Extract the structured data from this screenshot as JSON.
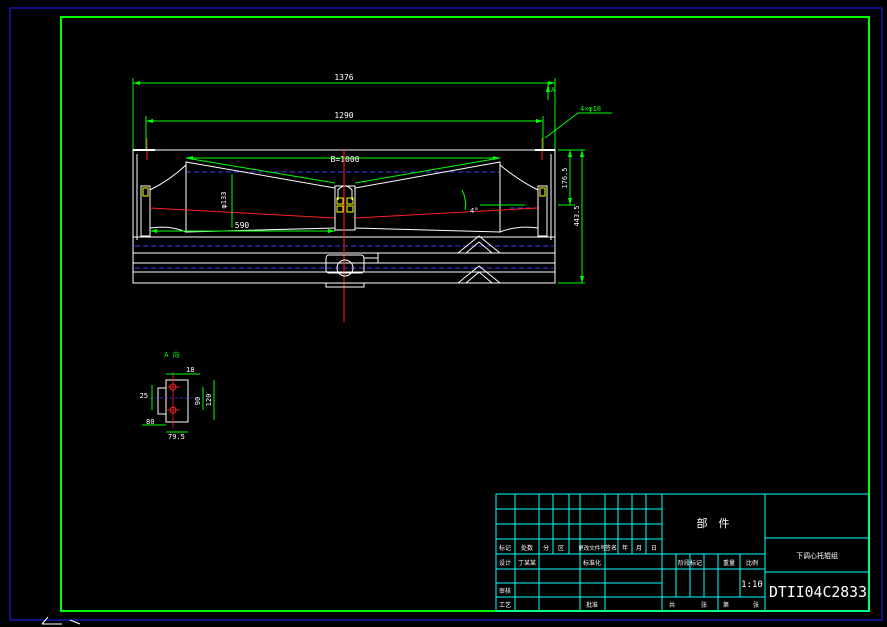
{
  "drawing": {
    "dimensions": {
      "overall_length": "1376",
      "mount_spacing": "1290",
      "belt_width": "B=1000",
      "roller_length": "590",
      "roller_diameter": "φ133",
      "side_height": "176.5",
      "total_height": "443.5",
      "bolt_holes": "4×φ18",
      "tilt_angle": "4°",
      "section_marker": "A"
    },
    "detail_view": {
      "title": "A 向",
      "dim_top": "18",
      "dim_left": "25",
      "dim_inner": "90",
      "dim_right": "120",
      "dim_bottom_left": "80",
      "dim_bottom": "79.5"
    },
    "title_block": {
      "part_label": "部　件",
      "part_name": "下调心托辊组",
      "drawing_number": "DTII04C2833",
      "scale": "1:10",
      "row_headers": [
        "标记",
        "处数",
        "分",
        "区",
        "更改文件号",
        "签名",
        "年",
        "月",
        "日"
      ],
      "designer_label": "设计",
      "designer_name": "丁某某",
      "standardization_label": "标准化",
      "review_label": "审核",
      "process_label": "工艺",
      "approve_label": "批准",
      "stage_headers": [
        "阶段标记",
        "重量",
        "比例"
      ],
      "sheet_labels": [
        "共",
        "张",
        "第",
        "张"
      ]
    }
  }
}
